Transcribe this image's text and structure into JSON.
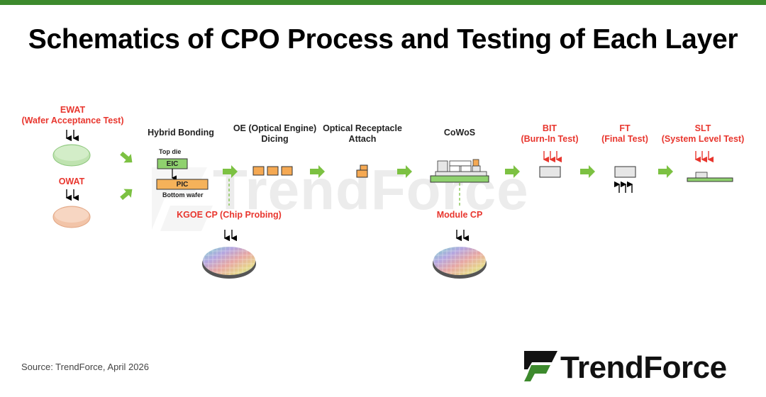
{
  "title": "Schematics of CPO Process and Testing of Each Layer",
  "labels": {
    "ewat_line1": "EWAT",
    "ewat_line2": "(Wafer Acceptance Test)",
    "owat": "OWAT",
    "hybrid_bonding": "Hybrid Bonding",
    "top_die": "Top die",
    "eic": "EIC",
    "pic": "PIC",
    "bottom_wafer": "Bottom wafer",
    "oe_line1": "OE (Optical Engine)",
    "oe_line2": "Dicing",
    "ora_line1": "Optical Receptacle",
    "ora_line2": "Attach",
    "cowos": "CoWoS",
    "bit_line1": "BIT",
    "bit_line2": "(Burn-In Test)",
    "ft_line1": "FT",
    "ft_line2": "(Final Test)",
    "slt_line1": "SLT",
    "slt_line2": "(System Level Test)",
    "kgoe_cp": "KGOE CP (Chip Probing)",
    "module_cp": "Module CP"
  },
  "watermark": "TrendForce",
  "source": "Source: TrendForce, April 2026",
  "logo": {
    "text": "TrendForce",
    "icon": "trendforce-logo-icon"
  },
  "colors": {
    "brand_green": "#3d8a2d",
    "arrow_green": "#7cc142",
    "test_red": "#e8362e",
    "eic_green": "#8fd16e",
    "pic_orange": "#f5b25a",
    "ewat_disc": "#bfe3b0",
    "owat_disc": "#f2c4a8",
    "die_orange": "#f5a953"
  }
}
